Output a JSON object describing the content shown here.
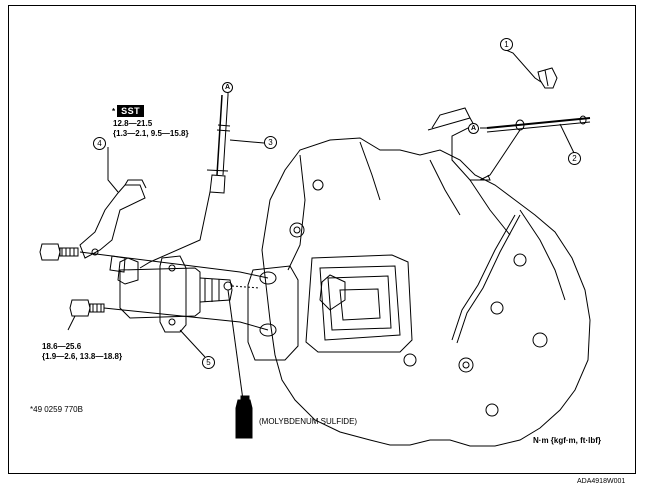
{
  "sst": {
    "marker": "*",
    "badge": "SST"
  },
  "torques": {
    "upper": {
      "line1": "12.8—21.5",
      "line2": "{1.3—2.1, 9.5—15.8}"
    },
    "lower": {
      "line1": "18.6—25.6",
      "line2": "{1.9—2.6, 13.8—18.8}"
    }
  },
  "callouts": [
    "1",
    "2",
    "3",
    "4",
    "5"
  ],
  "refs": {
    "a_top": "A",
    "a_mid": "A"
  },
  "sst_part_number": "*49 0259 770B",
  "grease_label": "(MOLYBDENUM SULFIDE)",
  "units": "N·m {kgf·m, ft·lbf}",
  "figure_code": "ADA4918W001"
}
